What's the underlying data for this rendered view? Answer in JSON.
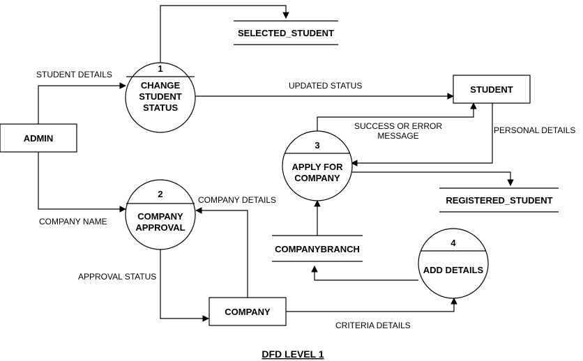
{
  "title": "DFD LEVEL 1",
  "entities": {
    "admin": "ADMIN",
    "student": "STUDENT",
    "company": "COMPANY"
  },
  "processes": {
    "p1": {
      "number": "1",
      "lines": [
        "CHANGE",
        "STUDENT",
        "STATUS"
      ]
    },
    "p2": {
      "number": "2",
      "lines": [
        "COMPANY",
        "APPROVAL"
      ]
    },
    "p3": {
      "number": "3",
      "lines": [
        "APPLY FOR",
        "COMPANY"
      ]
    },
    "p4": {
      "number": "4",
      "lines": [
        "ADD DETAILS"
      ]
    }
  },
  "stores": {
    "selected_student": "SELECTED_STUDENT",
    "registered_student": "REGISTERED_STUDENT",
    "companybranch": "COMPANYBRANCH"
  },
  "flows": {
    "student_details": "STUDENT DETAILS",
    "updated_status": "UPDATED STATUS",
    "success_error_1": "SUCCESS OR ERROR",
    "success_error_2": "MESSAGE",
    "personal_details": "PERSONAL DETAILS",
    "company_details": "COMPANY DETAILS",
    "company_name": "COMPANY NAME",
    "approval_status": "APPROVAL STATUS",
    "criteria_details": "CRITERIA DETAILS"
  }
}
